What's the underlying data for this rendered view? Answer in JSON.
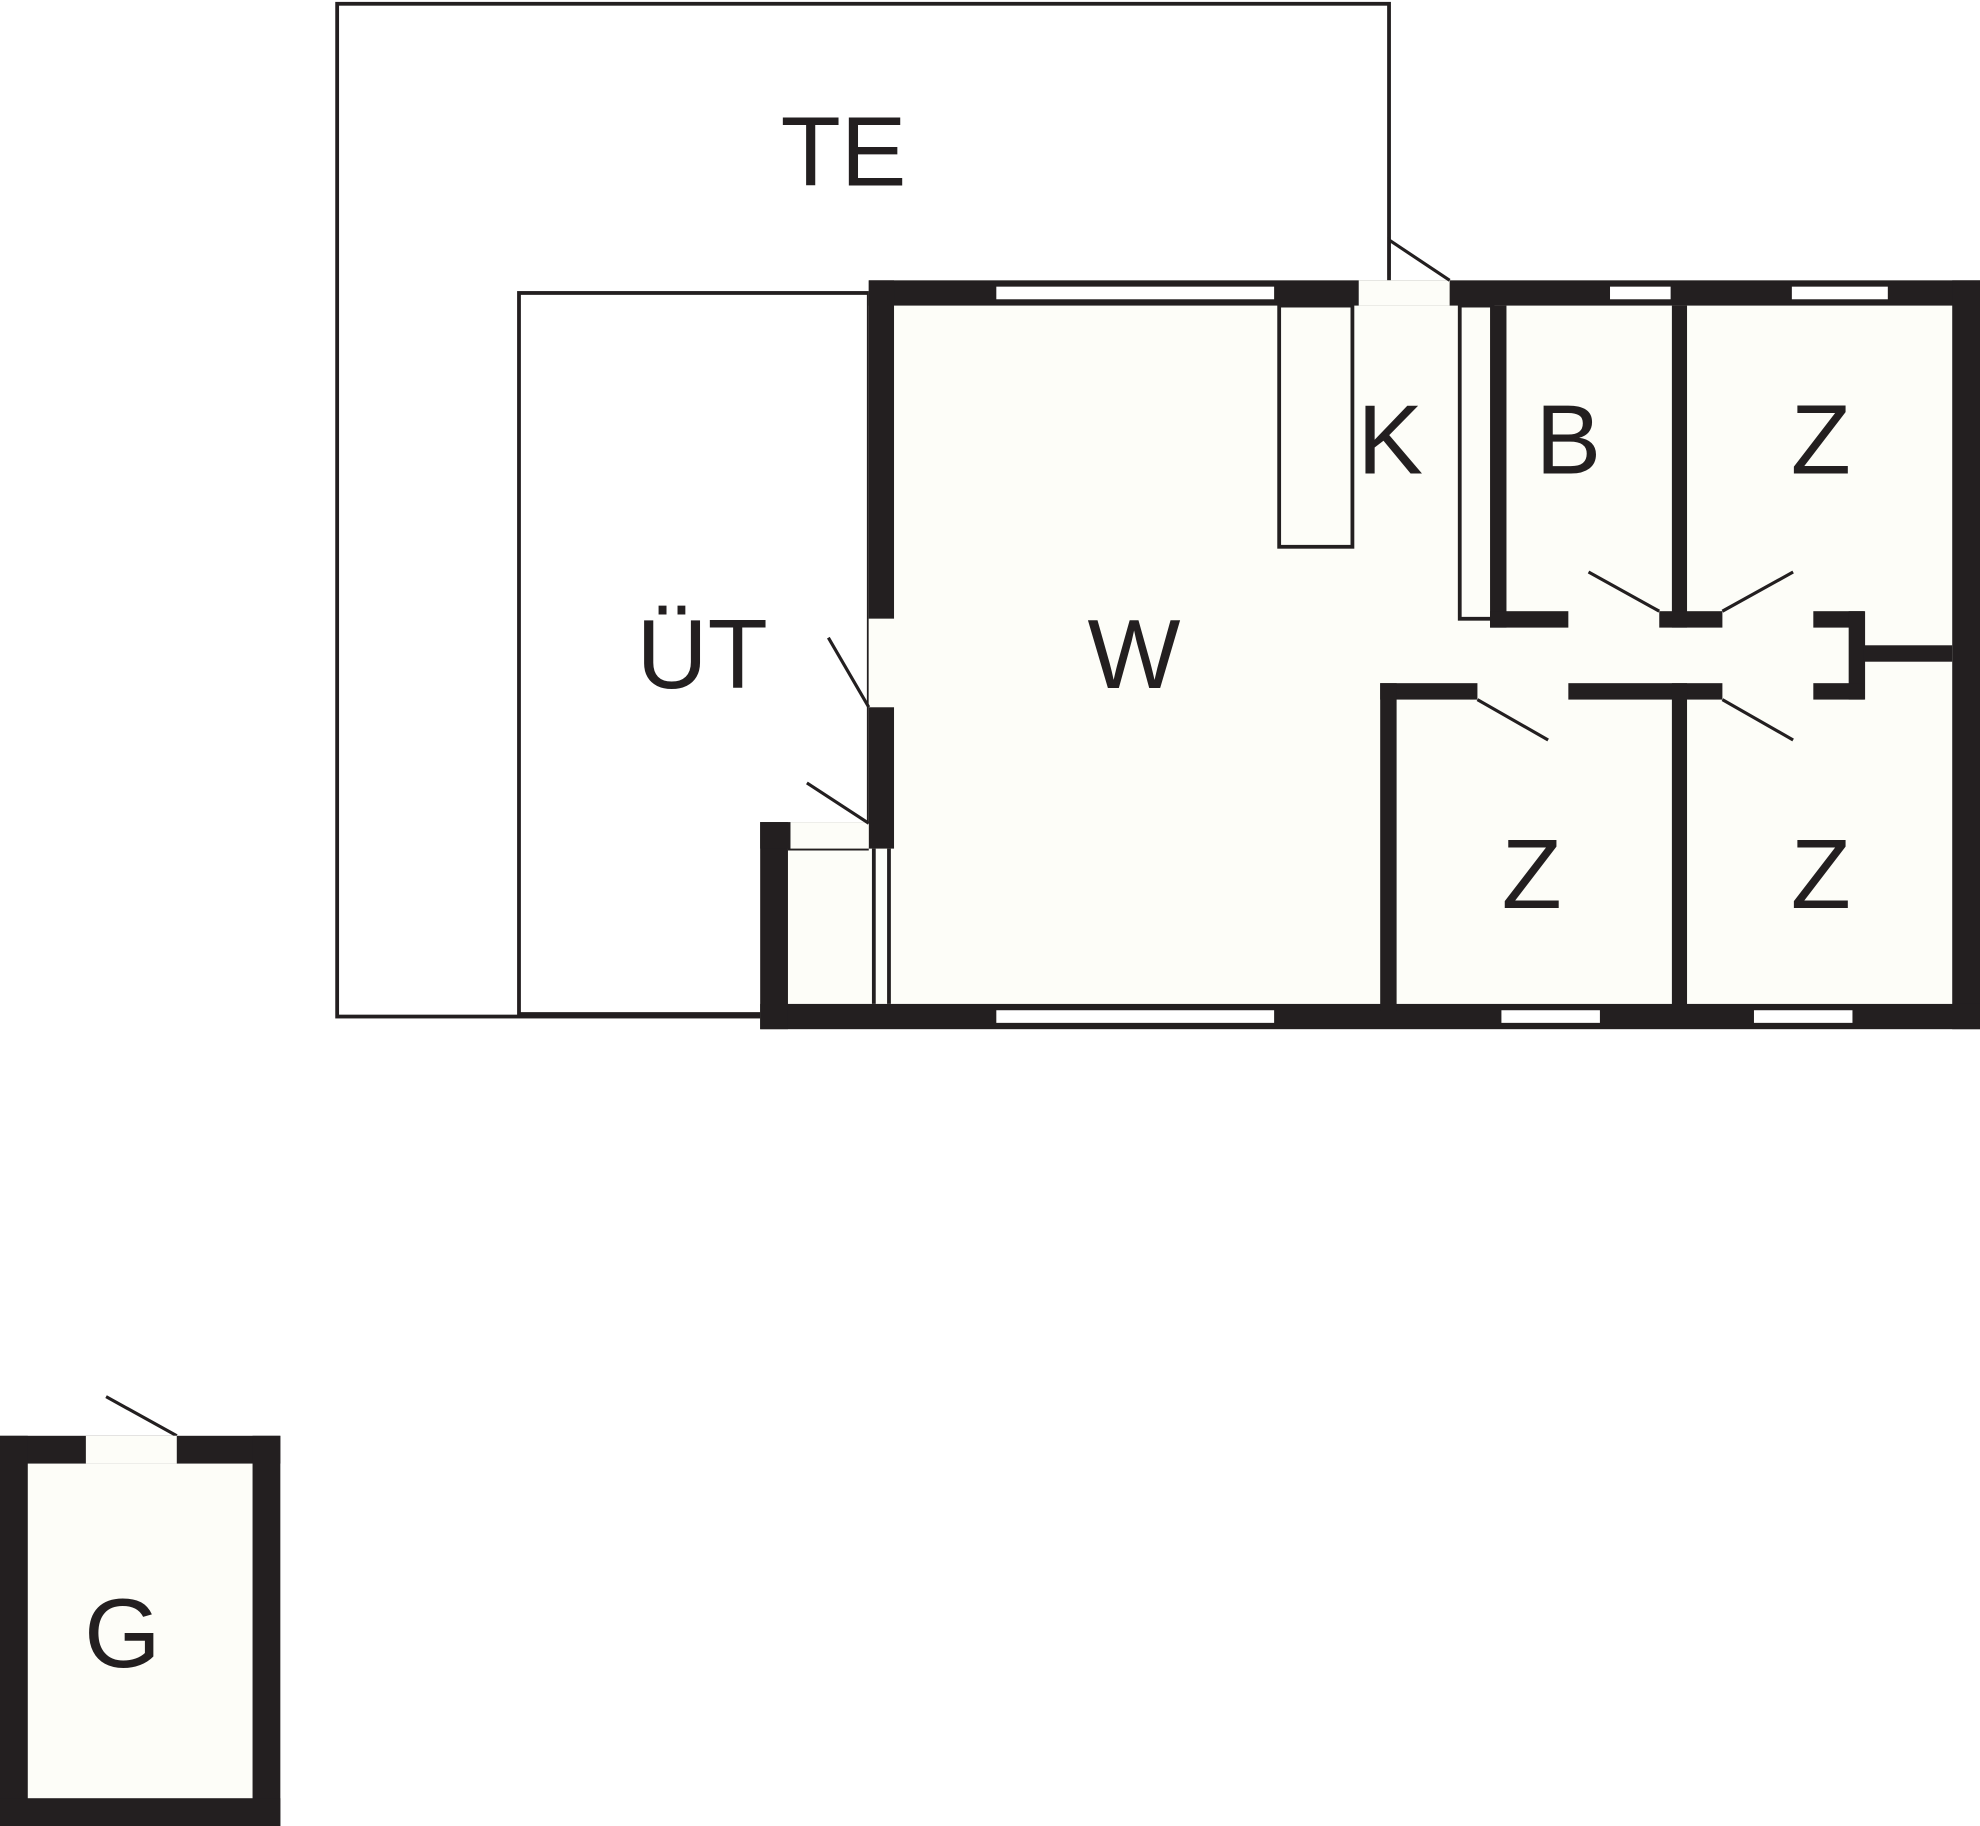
{
  "floorplan": {
    "rooms": {
      "terrace": "TE",
      "covered_terrace": "ÜT",
      "living": "W",
      "kitchen": "K",
      "bathroom": "B",
      "bedroom_1": "Z",
      "bedroom_2": "Z",
      "bedroom_3": "Z",
      "garage": "G"
    },
    "colors": {
      "wall": "#231f20",
      "floor": "#fdfdf8",
      "window": "#ffffff"
    }
  }
}
